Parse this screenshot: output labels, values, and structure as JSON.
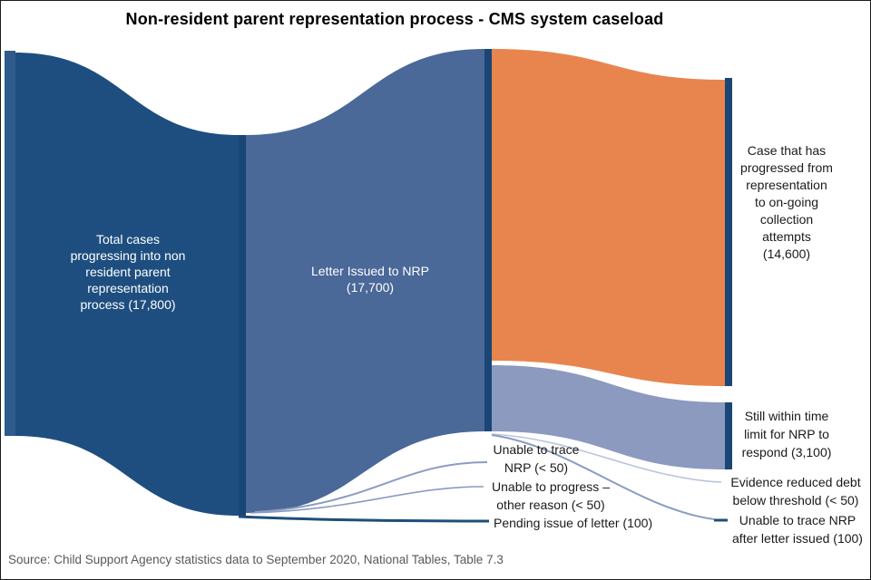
{
  "title": "Non-resident parent representation process - CMS system caseload",
  "source": "Source: Child Support Agency statistics data to September 2020, National Tables, Table 7.3",
  "colors": {
    "flow_total": "#1E4E7F",
    "node_bar": "#1A4675",
    "node_left": "#2E5A8C",
    "flow_letter": "#4A6898",
    "flow_progressed": "#E8854E",
    "flow_still": "#8C9AC0",
    "thin_flow": "#8A9CC0",
    "thin_flow_light": "#BBC4DC",
    "pending_flow": "#1F4E79",
    "label_dark": "#1a1a1a",
    "label_light": "#ffffff",
    "source_text": "#595959"
  },
  "labels": {
    "total": "Total cases\nprogressing into non\nresident parent\nrepresentation\nprocess (17,800)",
    "letter": "Letter Issued to NRP\n(17,700)",
    "progressed": "Case that has\nprogressed from\nrepresentation\nto on-going\ncollection\nattempts\n(14,600)",
    "still": "Still within time\nlimit for NRP to\nrespond (3,100)",
    "evidence": "Evidence reduced debt\nbelow threshold (< 50)",
    "after_letter": "Unable to trace NRP\nafter letter issued (100)",
    "unable_trace": "Unable to trace\nNRP (< 50)",
    "unable_progress": "Unable to progress –\nother reason (< 50)",
    "pending": "Pending issue of letter (100)"
  },
  "chart_data": {
    "type": "sankey",
    "title": "Non-resident parent representation process - CMS system caseload",
    "nodes": [
      {
        "id": "total",
        "label": "Total cases progressing into non resident parent representation process",
        "value": 17800,
        "value_label": "17,800"
      },
      {
        "id": "letter",
        "label": "Letter Issued to NRP",
        "value": 17700,
        "value_label": "17,700"
      },
      {
        "id": "progressed",
        "label": "Case that has progressed from representation to on-going collection attempts",
        "value": 14600,
        "value_label": "14,600"
      },
      {
        "id": "still",
        "label": "Still within time limit for NRP to respond",
        "value": 3100,
        "value_label": "3,100"
      },
      {
        "id": "evidence",
        "label": "Evidence reduced debt below threshold",
        "value_label": "< 50"
      },
      {
        "id": "after_letter",
        "label": "Unable to trace NRP after letter issued",
        "value": 100,
        "value_label": "100"
      },
      {
        "id": "unable_trace",
        "label": "Unable to trace NRP",
        "value_label": "< 50"
      },
      {
        "id": "unable_progress",
        "label": "Unable to progress – other reason",
        "value_label": "< 50"
      },
      {
        "id": "pending",
        "label": "Pending issue of letter",
        "value": 100,
        "value_label": "100"
      }
    ],
    "links": [
      {
        "source": "total",
        "target": "letter",
        "value": 17700,
        "value_label": "17,700"
      },
      {
        "source": "total",
        "target": "unable_trace",
        "value_label": "< 50"
      },
      {
        "source": "total",
        "target": "unable_progress",
        "value_label": "< 50"
      },
      {
        "source": "total",
        "target": "pending",
        "value": 100,
        "value_label": "100"
      },
      {
        "source": "letter",
        "target": "progressed",
        "value": 14600,
        "value_label": "14,600"
      },
      {
        "source": "letter",
        "target": "still",
        "value": 3100,
        "value_label": "3,100"
      },
      {
        "source": "letter",
        "target": "evidence",
        "value_label": "< 50"
      },
      {
        "source": "letter",
        "target": "after_letter",
        "value": 100,
        "value_label": "100"
      }
    ],
    "legend": "none",
    "grid": false,
    "source_note": "Source: Child Support Agency statistics data to September 2020, National Tables, Table 7.3"
  }
}
